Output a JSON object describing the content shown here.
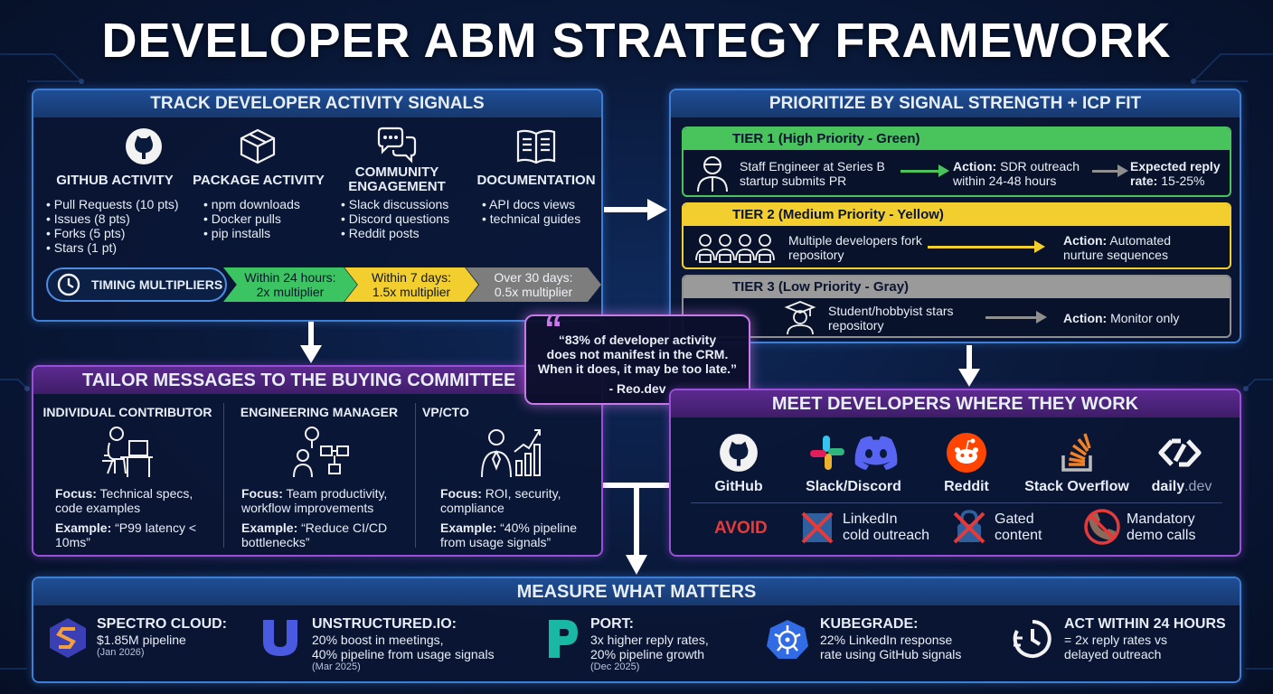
{
  "title": "DEVELOPER ABM STRATEGY FRAMEWORK",
  "signals": {
    "header": "TRACK DEVELOPER ACTIVITY SIGNALS",
    "columns": [
      {
        "title": "GITHUB ACTIVITY",
        "icon": "github-icon",
        "items": [
          "Pull Requests (10 pts)",
          "Issues (8 pts)",
          "Forks (5 pts)",
          "Stars (1 pt)"
        ]
      },
      {
        "title": "PACKAGE ACTIVITY",
        "icon": "package-icon",
        "items": [
          "npm downloads",
          "Docker pulls",
          "pip installs"
        ]
      },
      {
        "title": "COMMUNITY ENGAGEMENT",
        "icon": "chat-icon",
        "items": [
          "Slack discussions",
          "Discord questions",
          "Reddit posts"
        ]
      },
      {
        "title": "DOCUMENTATION",
        "icon": "book-icon",
        "items": [
          "API docs views",
          "technical guides"
        ]
      }
    ],
    "timing": {
      "label": "TIMING MULTIPLIERS",
      "steps": [
        {
          "line1": "Within 24 hours:",
          "line2": "2x multiplier",
          "color": "#3cc463"
        },
        {
          "line1": "Within 7 days:",
          "line2": "1.5x multiplier",
          "color": "#f2cf2e"
        },
        {
          "line1": "Over 30 days:",
          "line2": "0.5x multiplier",
          "color": "#7d7d7d"
        }
      ]
    }
  },
  "prioritize": {
    "header": "PRIORITIZE BY SIGNAL STRENGTH + ICP FIT",
    "tiers": [
      {
        "label": "TIER 1 (High Priority - Green)",
        "color": "#49c45d",
        "who": "Staff Engineer at Series B startup submits PR",
        "action_label": "Action:",
        "action": "SDR outreach within 24-48 hours",
        "expected_label": "Expected reply rate:",
        "expected": "15-25%"
      },
      {
        "label": "TIER 2 (Medium Priority - Yellow)",
        "color": "#f2cf2e",
        "who": "Multiple developers fork repository",
        "action_label": "Action:",
        "action": "Automated nurture sequences"
      },
      {
        "label": "TIER 3 (Low Priority - Gray)",
        "color": "#8f8f8f",
        "who": "Student/hobbyist stars repository",
        "action_label": "Action:",
        "action": "Monitor only"
      }
    ]
  },
  "quote": {
    "text1": "“83% of developer activity",
    "text2": "does not manifest in the CRM.",
    "text3": "When it does, it may be too late.”",
    "source": "- Reo.dev"
  },
  "tailor": {
    "header": "TAILOR MESSAGES TO THE BUYING COMMITTEE",
    "roles": [
      {
        "title": "INDIVIDUAL CONTRIBUTOR",
        "focus_label": "Focus:",
        "focus": "Technical specs, code examples",
        "example_label": "Example:",
        "example": "“P99 latency < 10ms”"
      },
      {
        "title": "ENGINEERING MANAGER",
        "focus_label": "Focus:",
        "focus": "Team productivity, workflow improvements",
        "example_label": "Example:",
        "example": "“Reduce CI/CD bottlenecks”"
      },
      {
        "title": "VP/CTO",
        "focus_label": "Focus:",
        "focus": "ROI, security, compliance",
        "example_label": "Example:",
        "example": "“40% pipeline from usage signals”"
      }
    ]
  },
  "meet": {
    "header": "MEET DEVELOPERS WHERE THEY WORK",
    "platforms": [
      "GitHub",
      "Slack/Discord",
      "Reddit",
      "Stack Overflow",
      "daily",
      ".dev"
    ],
    "avoid_label": "AVOID",
    "avoid": [
      {
        "line1": "LinkedIn",
        "line2": "cold outreach"
      },
      {
        "line1": "Gated",
        "line2": "content"
      },
      {
        "line1": "Mandatory",
        "line2": "demo calls"
      }
    ]
  },
  "measure": {
    "header": "MEASURE WHAT MATTERS",
    "items": [
      {
        "title": "SPECTRO CLOUD:",
        "line1": "$1.85M pipeline",
        "line2": "",
        "date": "(Jan 2026)"
      },
      {
        "title": "UNSTRUCTURED.IO:",
        "line1": "20% boost in meetings,",
        "line2": "40% pipeline from usage signals",
        "date": "(Mar 2025)"
      },
      {
        "title": "PORT:",
        "line1": "3x higher reply rates,",
        "line2": "20% pipeline growth",
        "date": "(Dec 2025)"
      },
      {
        "title": "KUBEGRADE:",
        "line1": "22% LinkedIn response",
        "line2": "rate using GitHub signals",
        "date": ""
      },
      {
        "title": "ACT WITHIN 24 HOURS",
        "line1": "= 2x reply rates vs",
        "line2": "delayed outreach",
        "date": ""
      }
    ]
  }
}
